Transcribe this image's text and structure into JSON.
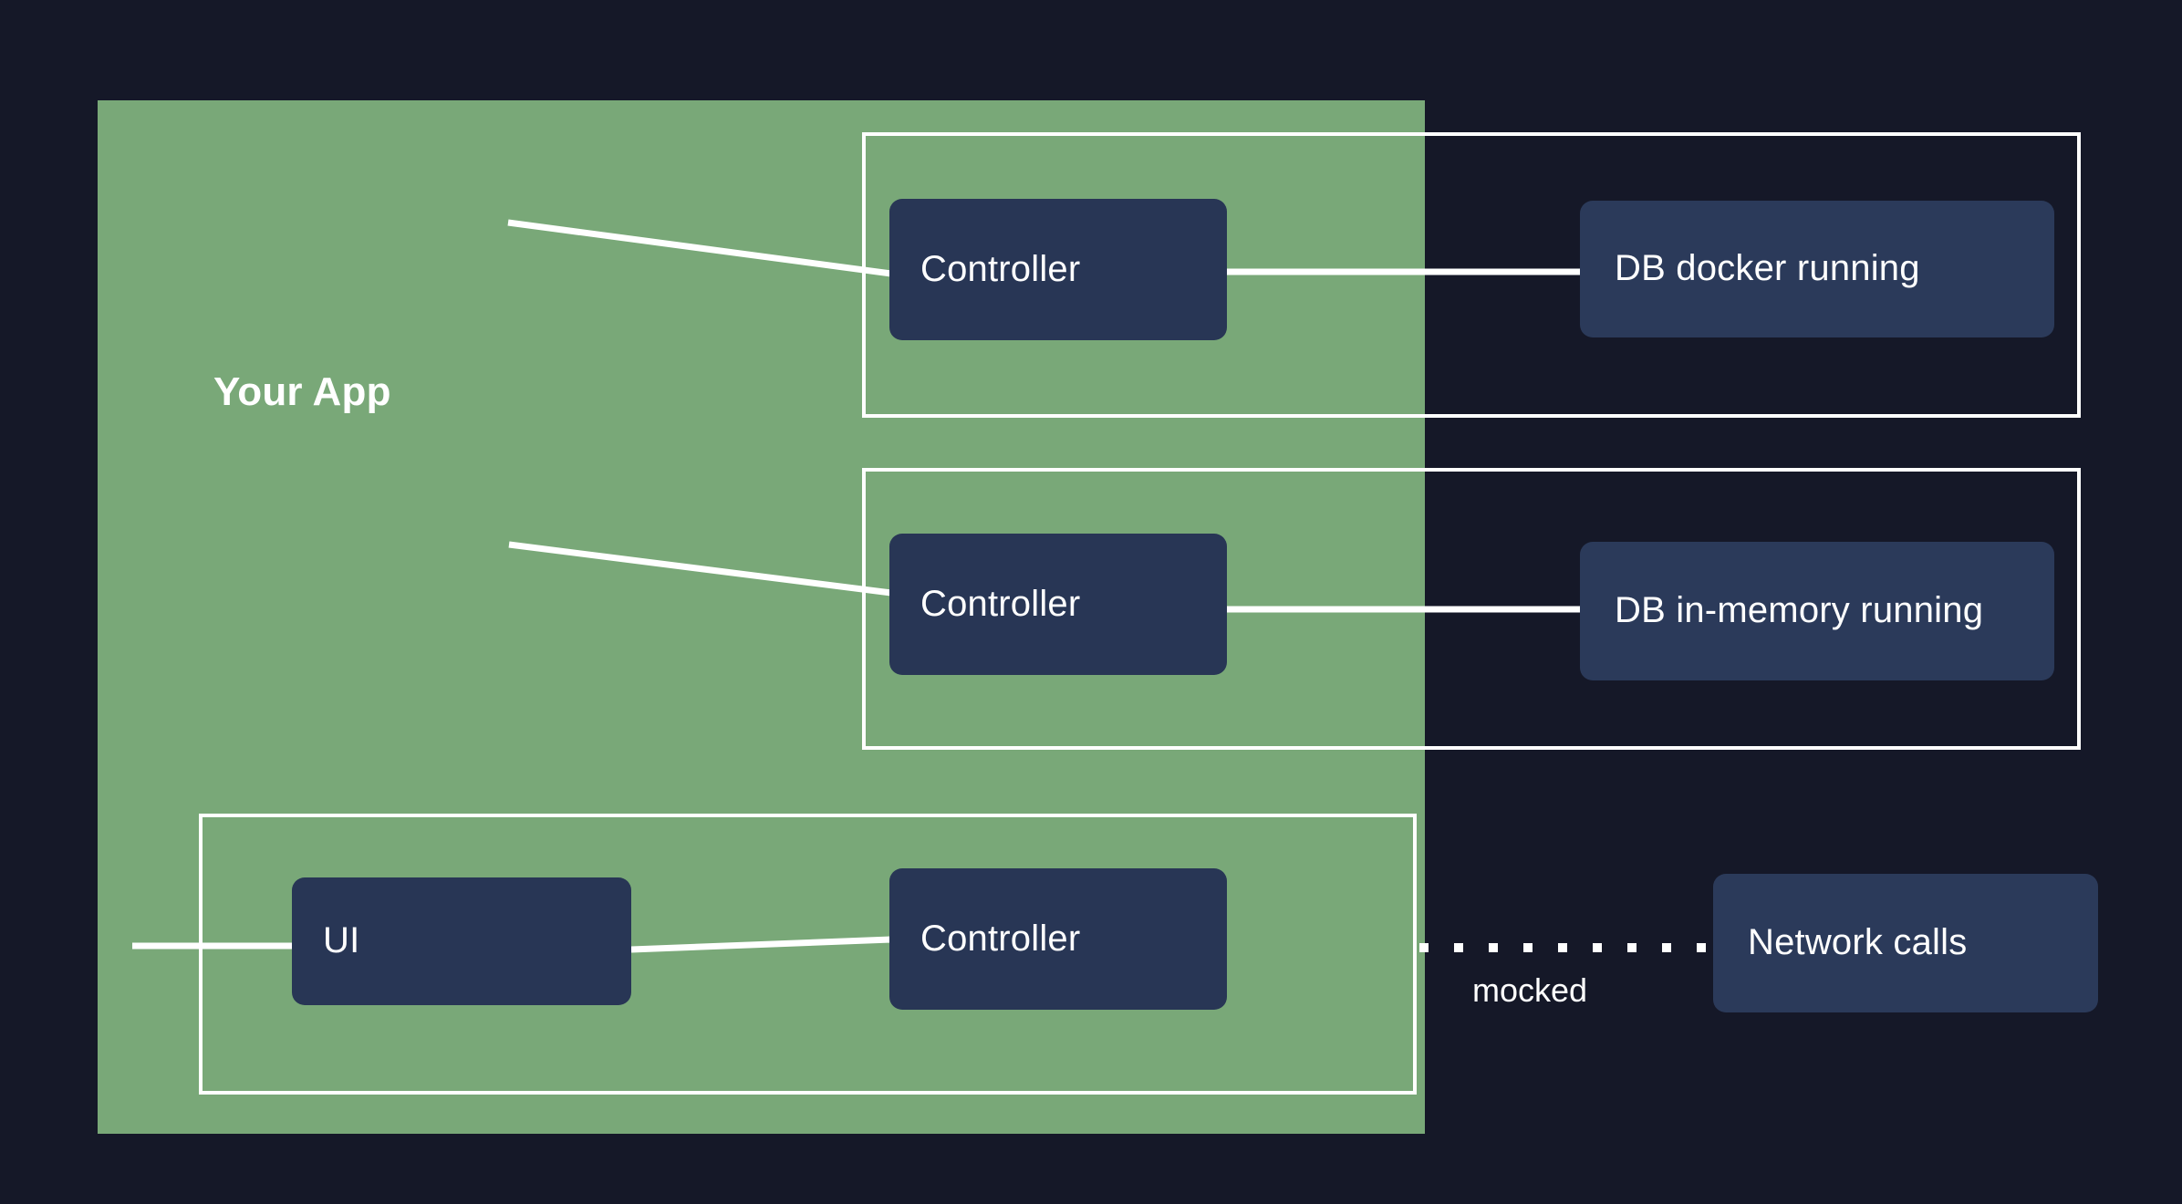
{
  "diagram": {
    "title": "Your App",
    "background_color": "#151828",
    "app_panel_color": "#79a878",
    "node_color": "#283655",
    "external_node_color": "#2b3a5a",
    "outline_color": "#ffffff",
    "nodes": {
      "controller_1": "Controller",
      "controller_2": "Controller",
      "controller_3": "Controller",
      "ui": "UI",
      "db_docker": "DB docker running",
      "db_in_memory": "DB in-memory running",
      "network_calls": "Network calls"
    },
    "edge_labels": {
      "mocked": "mocked"
    },
    "groups": [
      {
        "name": "integration-test-db-docker",
        "label": ""
      },
      {
        "name": "integration-test-db-in-memory",
        "label": ""
      },
      {
        "name": "ui-test-scope",
        "label": ""
      }
    ]
  }
}
